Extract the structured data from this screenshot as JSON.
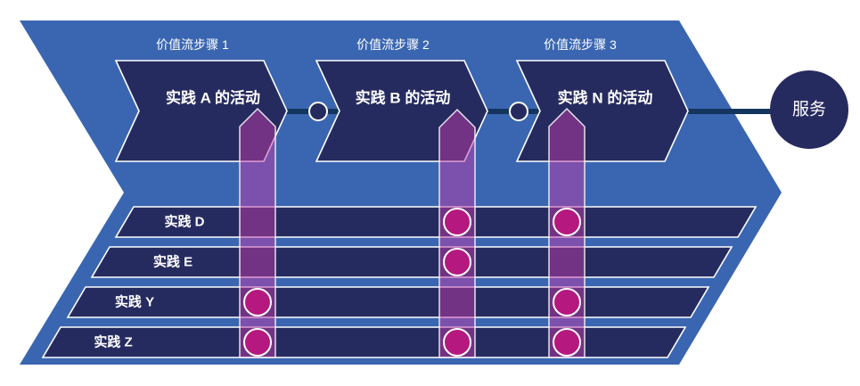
{
  "colors": {
    "value_stream_arrow_blue": "#3A66B1",
    "shape_navy": "#262B5F",
    "connector_line_navy": "#14365E",
    "touchpoint_magenta": "#B5187F",
    "practice_arrow_purple": "rgba(190,60,170,0.5)",
    "text_white": "#FFFFFF"
  },
  "value_stream": {
    "steps": [
      {
        "step_label": "价值流步骤 1",
        "activity_label": "实践  A 的活动"
      },
      {
        "step_label": "价值流步骤 2",
        "activity_label": "实践 B 的活动"
      },
      {
        "step_label": "价值流步骤 3",
        "activity_label": "实践 N 的活动"
      }
    ],
    "service_label": "服务"
  },
  "practices": [
    {
      "label": "实践 D",
      "dot_steps": [
        2,
        3
      ]
    },
    {
      "label": "实践 E",
      "dot_steps": [
        2
      ]
    },
    {
      "label": "实践 Y",
      "dot_steps": [
        1,
        3
      ]
    },
    {
      "label": "实践 Z",
      "dot_steps": [
        1,
        2,
        3
      ]
    }
  ]
}
